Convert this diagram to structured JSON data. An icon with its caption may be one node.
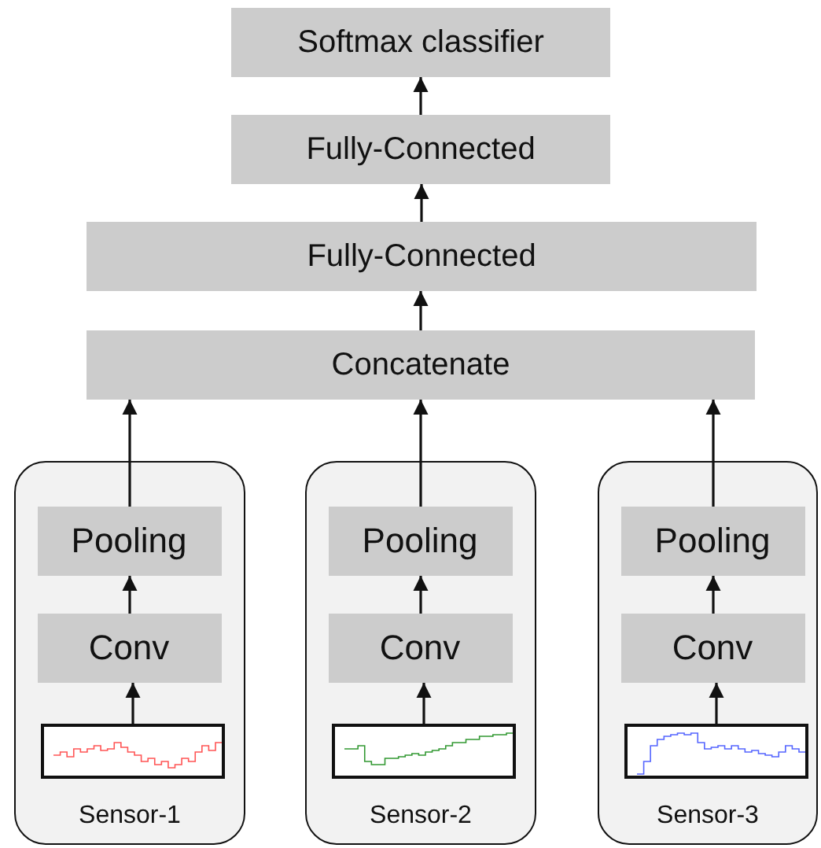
{
  "diagram": {
    "nodes": [
      {
        "text": [
          "Softmax classifier"
        ]
      },
      {
        "text": [
          "Fully-Connected"
        ]
      },
      {
        "text": [
          "Fully-Connected"
        ]
      },
      {
        "text": [
          "Concatenate"
        ]
      },
      {
        "text": [
          "Sensor-1"
        ]
      },
      {
        "text": [
          "Pooling"
        ],
        "in": 4
      },
      {
        "text": [
          "Conv"
        ],
        "in": 4
      },
      {
        "text": [],
        "shape": "picture",
        "in": 4
      },
      {
        "text": [
          "Sensor-2"
        ]
      },
      {
        "text": [
          "Pooling"
        ],
        "in": 8
      },
      {
        "text": [
          "Conv"
        ],
        "in": 8
      },
      {
        "text": [],
        "shape": "picture",
        "in": 8
      },
      {
        "text": [
          "Sensor-3"
        ]
      },
      {
        "text": [
          "Pooling"
        ],
        "in": 12
      },
      {
        "text": [
          "Conv"
        ],
        "in": 12
      },
      {
        "text": [],
        "shape": "picture",
        "in": 12
      }
    ],
    "edges": [
      {
        "from": 1,
        "to": 0,
        "arrow": "to"
      },
      {
        "from": 2,
        "to": 1,
        "arrow": "to"
      },
      {
        "from": 3,
        "to": 2,
        "arrow": "to"
      },
      {
        "from": 5,
        "to": 3,
        "arrow": "to"
      },
      {
        "from": 9,
        "to": 3,
        "arrow": "to"
      },
      {
        "from": 13,
        "to": 3,
        "arrow": "to"
      },
      {
        "from": 6,
        "to": 5,
        "arrow": "to"
      },
      {
        "from": 7,
        "to": 6,
        "arrow": "to"
      },
      {
        "from": 10,
        "to": 9,
        "arrow": "to"
      },
      {
        "from": 11,
        "to": 10,
        "arrow": "to"
      },
      {
        "from": 14,
        "to": 13,
        "arrow": "to"
      },
      {
        "from": 15,
        "to": 14,
        "arrow": "to"
      }
    ]
  }
}
